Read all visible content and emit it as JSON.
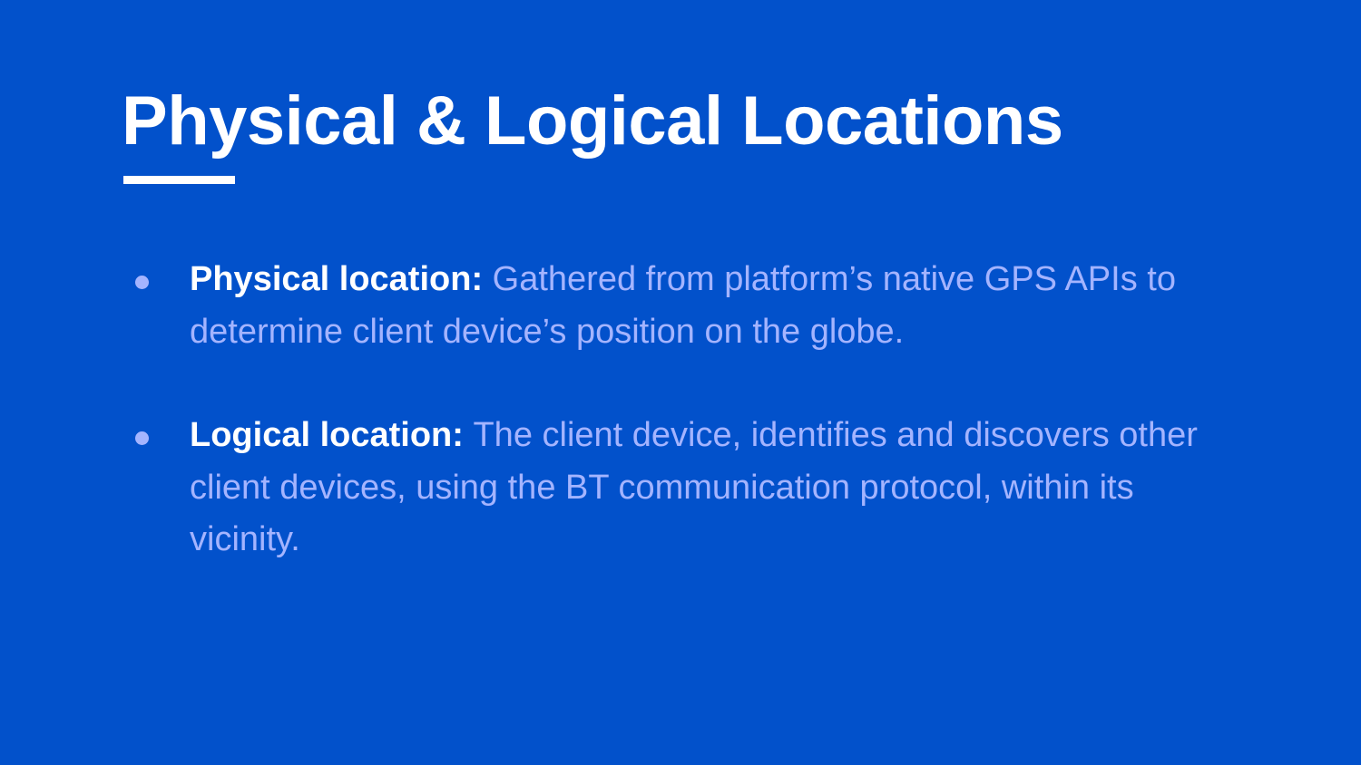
{
  "slide": {
    "title": "Physical & Logical Locations",
    "colors": {
      "background": "#0251cb",
      "title": "#ffffff",
      "term": "#ffffff",
      "body": "#a4b4ff"
    },
    "bullets": [
      {
        "term": "Physical location:",
        "text": "Gathered from platform’s native GPS APIs to determine client device’s position on the globe."
      },
      {
        "term": "Logical location:",
        "text": "The client device, identifies and discovers other client devices, using the BT communication protocol, within its vicinity."
      }
    ]
  }
}
